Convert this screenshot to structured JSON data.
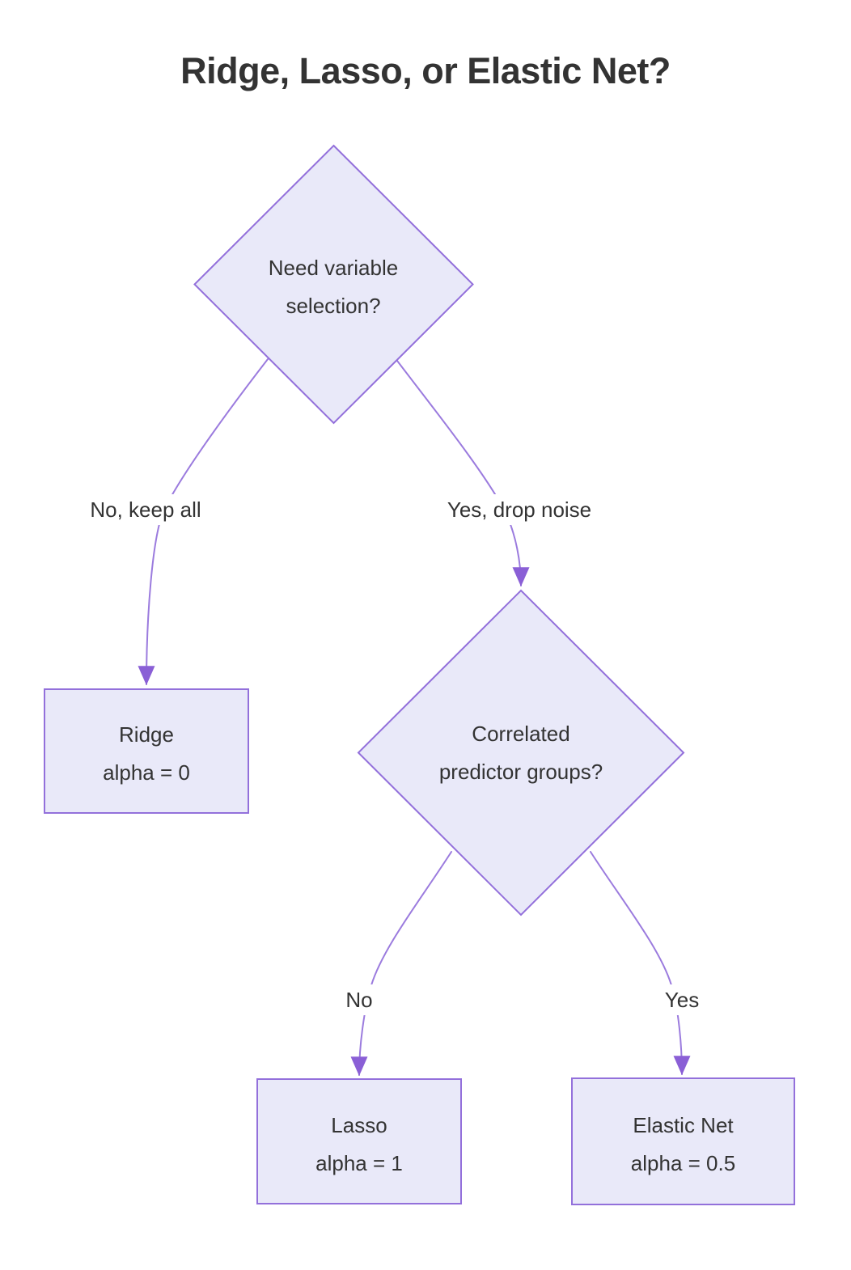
{
  "title": "Ridge, Lasso, or Elastic Net?",
  "colors": {
    "background": "#FFFFFF",
    "node_fill": "#E9E9F9",
    "node_border": "#9370DB",
    "edge_stroke": "#9B7BDE",
    "arrowhead_fill": "#8A5FD6",
    "text": "#333333",
    "title_text": "#333333"
  },
  "nodes": {
    "need_variable_selection": {
      "type": "diamond",
      "line1": "Need variable",
      "line2": "selection?"
    },
    "correlated_groups": {
      "type": "diamond",
      "line1": "Correlated",
      "line2": "predictor groups?"
    },
    "ridge": {
      "type": "rect",
      "line1": "Ridge",
      "line2": "alpha = 0"
    },
    "lasso": {
      "type": "rect",
      "line1": "Lasso",
      "line2": "alpha = 1"
    },
    "elastic_net": {
      "type": "rect",
      "line1": "Elastic Net",
      "line2": "alpha = 0.5"
    }
  },
  "edges": {
    "no_keep_all": {
      "from": "need_variable_selection",
      "to": "ridge",
      "label": "No, keep all"
    },
    "yes_drop_noise": {
      "from": "need_variable_selection",
      "to": "correlated_groups",
      "label": "Yes, drop noise"
    },
    "no": {
      "from": "correlated_groups",
      "to": "lasso",
      "label": "No"
    },
    "yes": {
      "from": "correlated_groups",
      "to": "elastic_net",
      "label": "Yes"
    }
  }
}
